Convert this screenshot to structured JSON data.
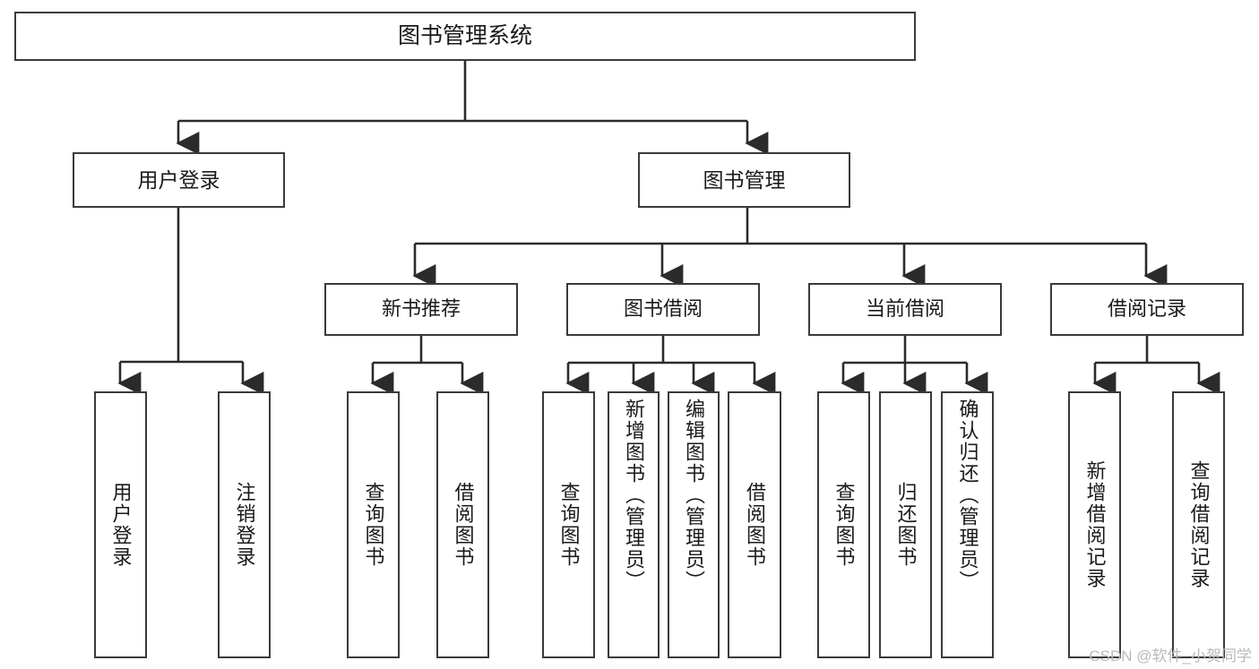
{
  "diagram": {
    "type": "tree-hierarchy",
    "title": "图书管理系统",
    "orientation": "top-down",
    "style": {
      "box_border_color": "#3a3a3a",
      "box_fill_color": "#ffffff",
      "edge_color": "#2b2b2b",
      "text_color": "#1a1a1a",
      "background": "#ffffff"
    },
    "levels": {
      "root": {
        "label": "图书管理系统"
      },
      "level1": [
        {
          "label": "用户登录"
        },
        {
          "label": "图书管理"
        }
      ],
      "level2": [
        {
          "label": "新书推荐"
        },
        {
          "label": "图书借阅"
        },
        {
          "label": "当前借阅"
        },
        {
          "label": "借阅记录"
        }
      ],
      "leaves": {
        "user_login": [
          {
            "label": "用户登录"
          },
          {
            "label": "注销登录"
          }
        ],
        "new_book_recommend": [
          {
            "label": "查询图书"
          },
          {
            "label": "借阅图书"
          }
        ],
        "book_borrow": [
          {
            "label": "查询图书"
          },
          {
            "label": "新增图书（管理员）"
          },
          {
            "label": "编辑图书（管理员）"
          },
          {
            "label": "借阅图书"
          }
        ],
        "current_borrow": [
          {
            "label": "查询图书"
          },
          {
            "label": "归还图书"
          },
          {
            "label": "确认归还（管理员）"
          }
        ],
        "borrow_records": [
          {
            "label": "新增借阅记录"
          },
          {
            "label": "查询借阅记录"
          }
        ]
      }
    }
  },
  "watermark": {
    "text": "CSDN @软件_小贺同学"
  }
}
